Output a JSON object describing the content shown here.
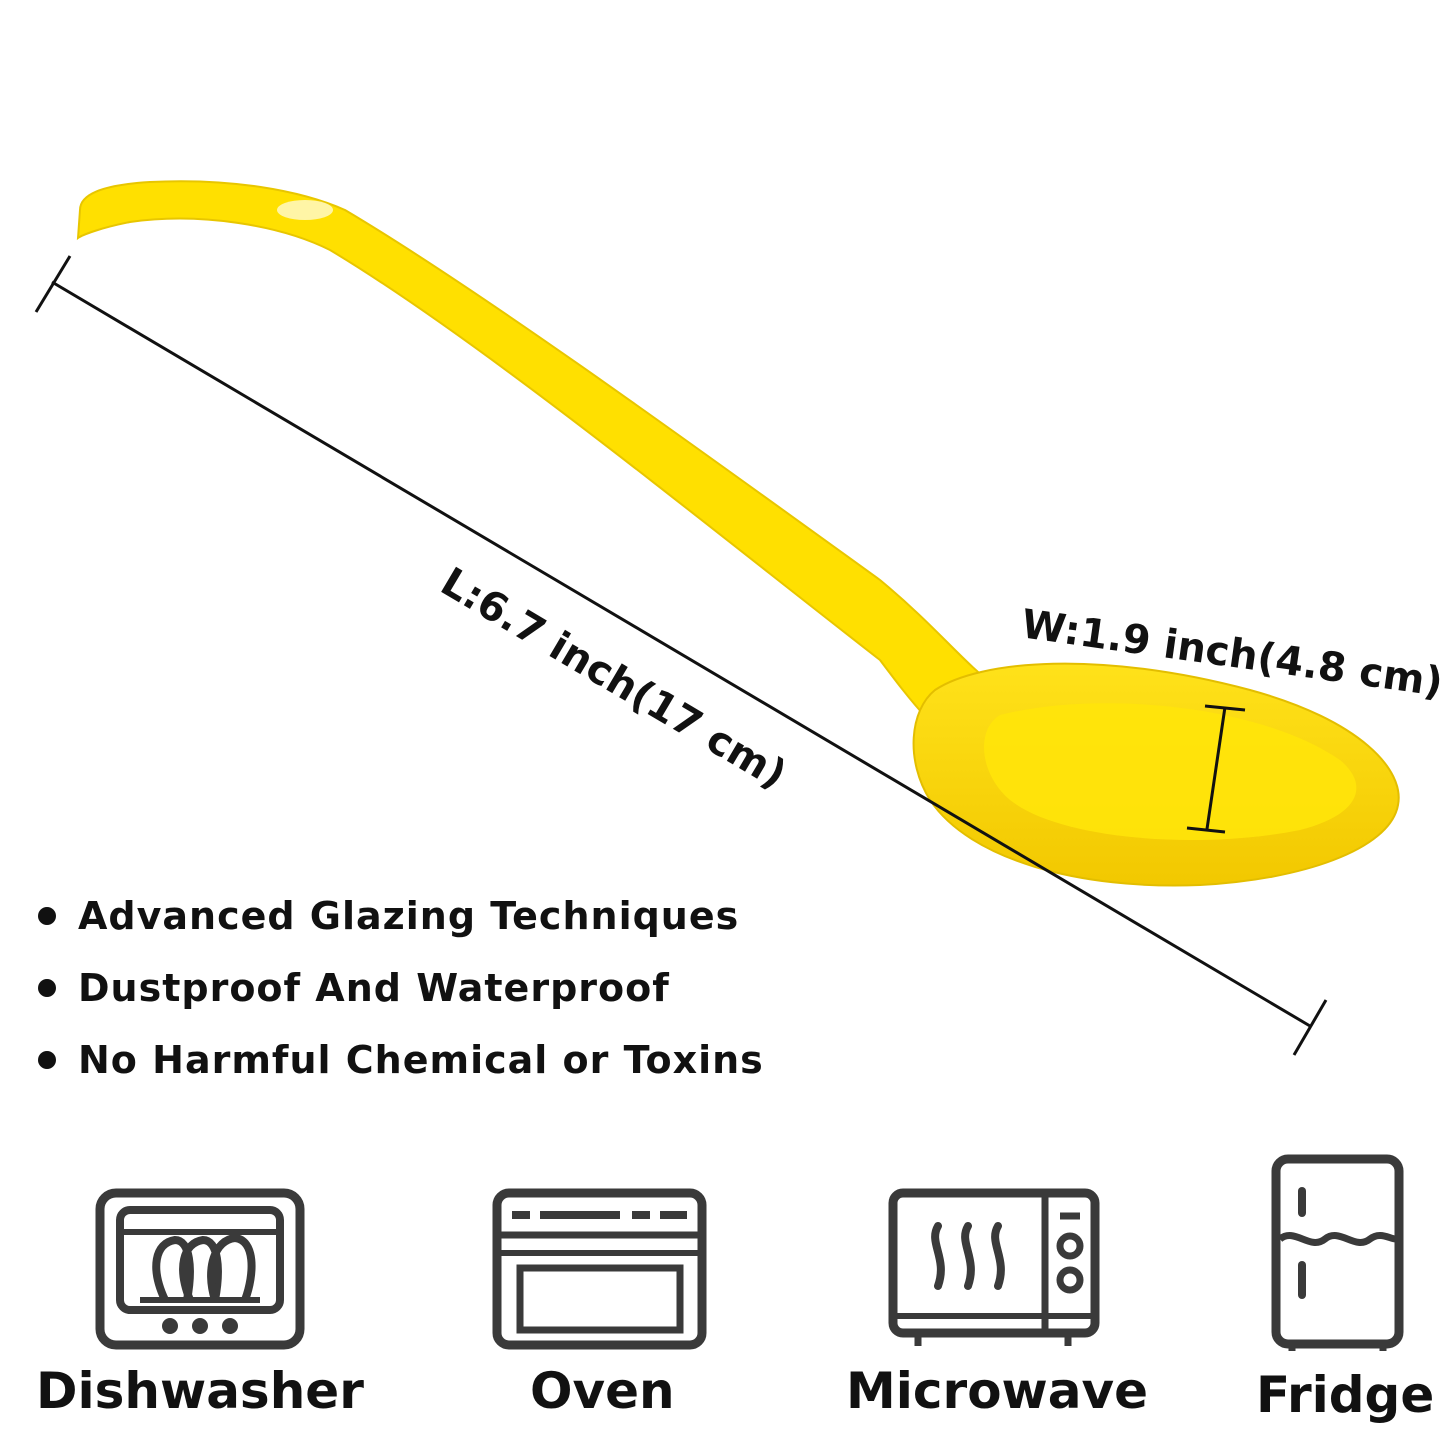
{
  "dimensions": {
    "length_label": "L:6.7 inch(17 cm)",
    "width_label": "W:1.9 inch(4.8 cm)"
  },
  "product": {
    "color": "#FFE400"
  },
  "features": [
    "Advanced Glazing Techniques",
    "Dustproof And Waterproof",
    "No Harmful Chemical or Toxins"
  ],
  "usage_icons": [
    {
      "icon": "dishwasher-icon",
      "label": "Dishwasher"
    },
    {
      "icon": "oven-icon",
      "label": "Oven"
    },
    {
      "icon": "microwave-icon",
      "label": "Microwave"
    },
    {
      "icon": "fridge-icon",
      "label": "Fridge"
    }
  ]
}
